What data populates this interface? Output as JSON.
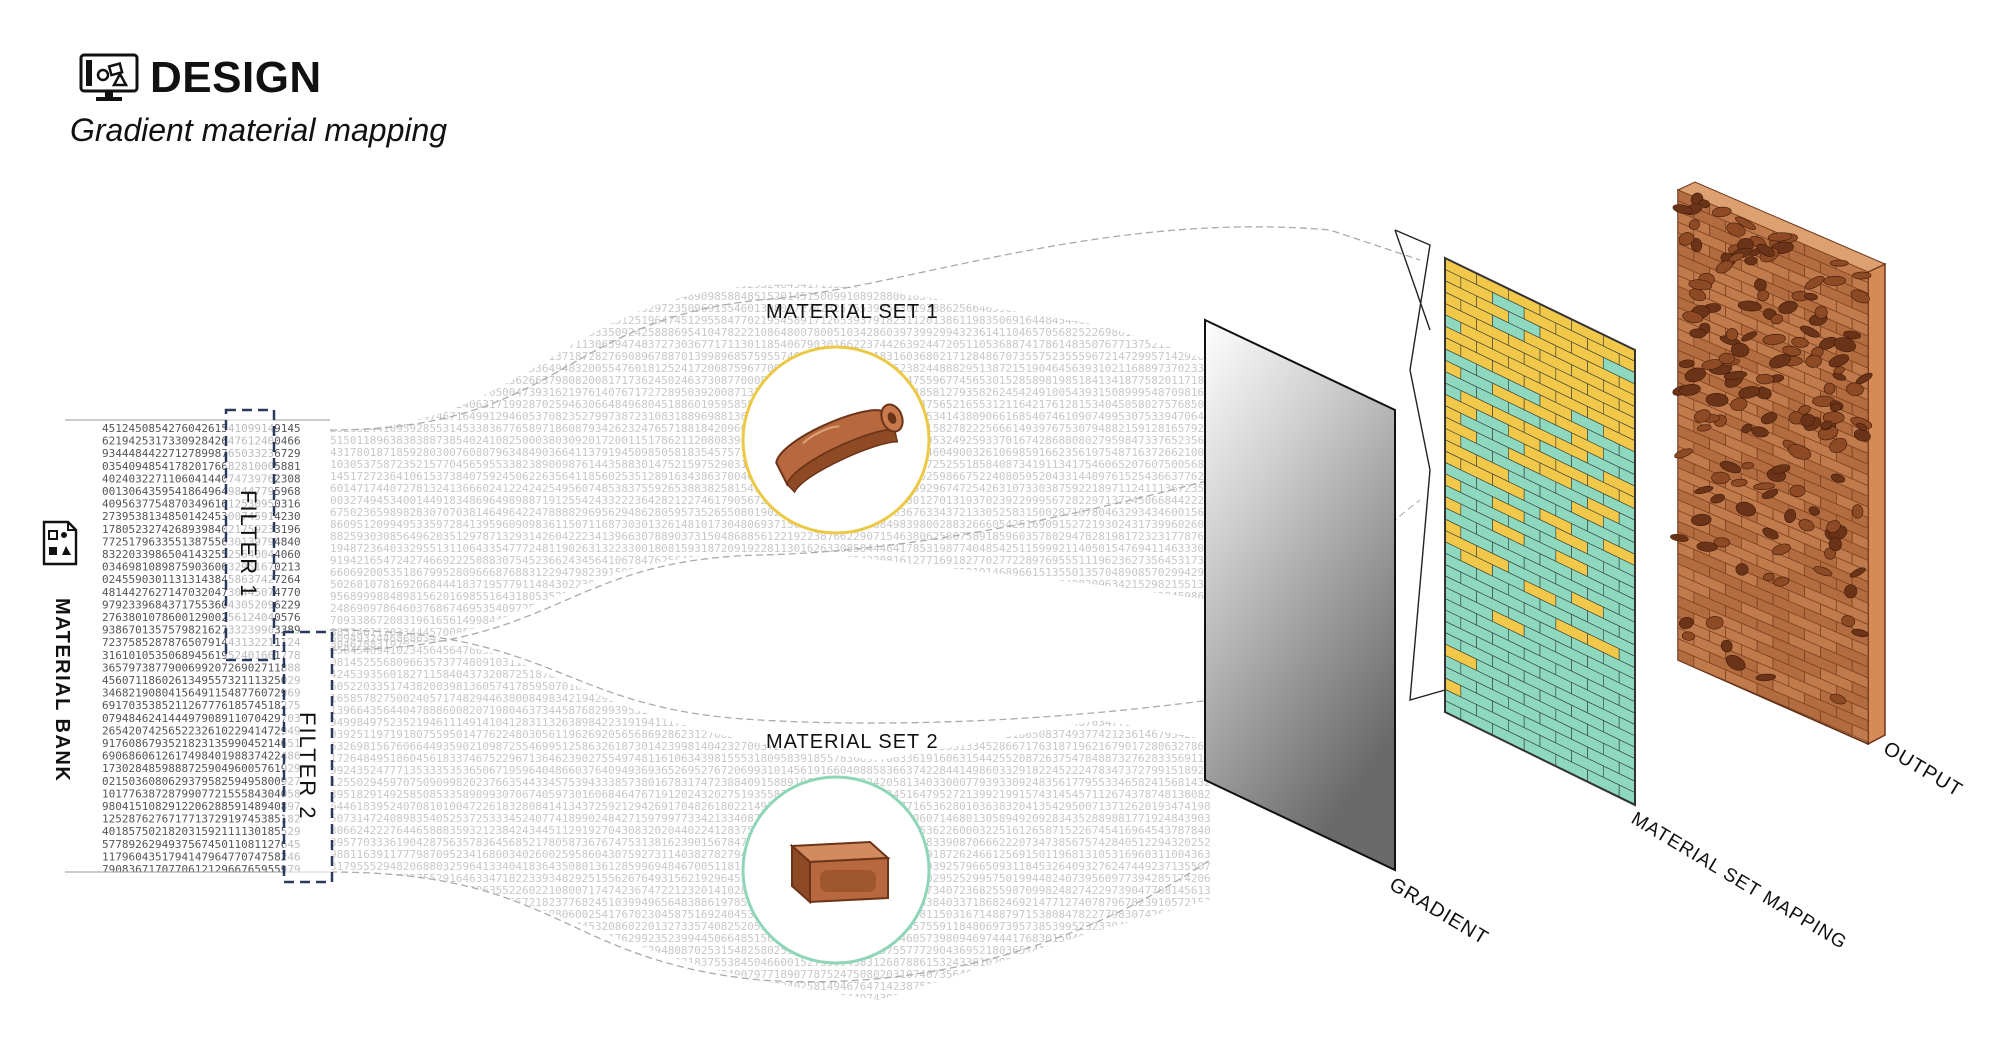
{
  "header": {
    "title": "DESIGN",
    "subtitle": "Gradient material mapping",
    "icon": "monitor-design-icon"
  },
  "diagram": {
    "material_bank": {
      "label": "MATERIAL BANK",
      "icon": "document-materials-icon"
    },
    "filters": [
      {
        "label": "FILTER 1"
      },
      {
        "label": "FILTER 2"
      }
    ],
    "material_sets": [
      {
        "label": "MATERIAL SET 1",
        "item": "roof-tile-icon",
        "ring_color": "#EBC944"
      },
      {
        "label": "MATERIAL SET 2",
        "item": "brick-icon",
        "ring_color": "#8FD5B8"
      }
    ],
    "stages": {
      "gradient": "GRADIENT",
      "mapping": "MATERIAL SET MAPPING",
      "output": "OUTPUT"
    },
    "colors": {
      "set1": "#F2C84B",
      "set2": "#8ED8BF",
      "brick": "#B8683E",
      "brick_dark": "#6B3418"
    }
  }
}
